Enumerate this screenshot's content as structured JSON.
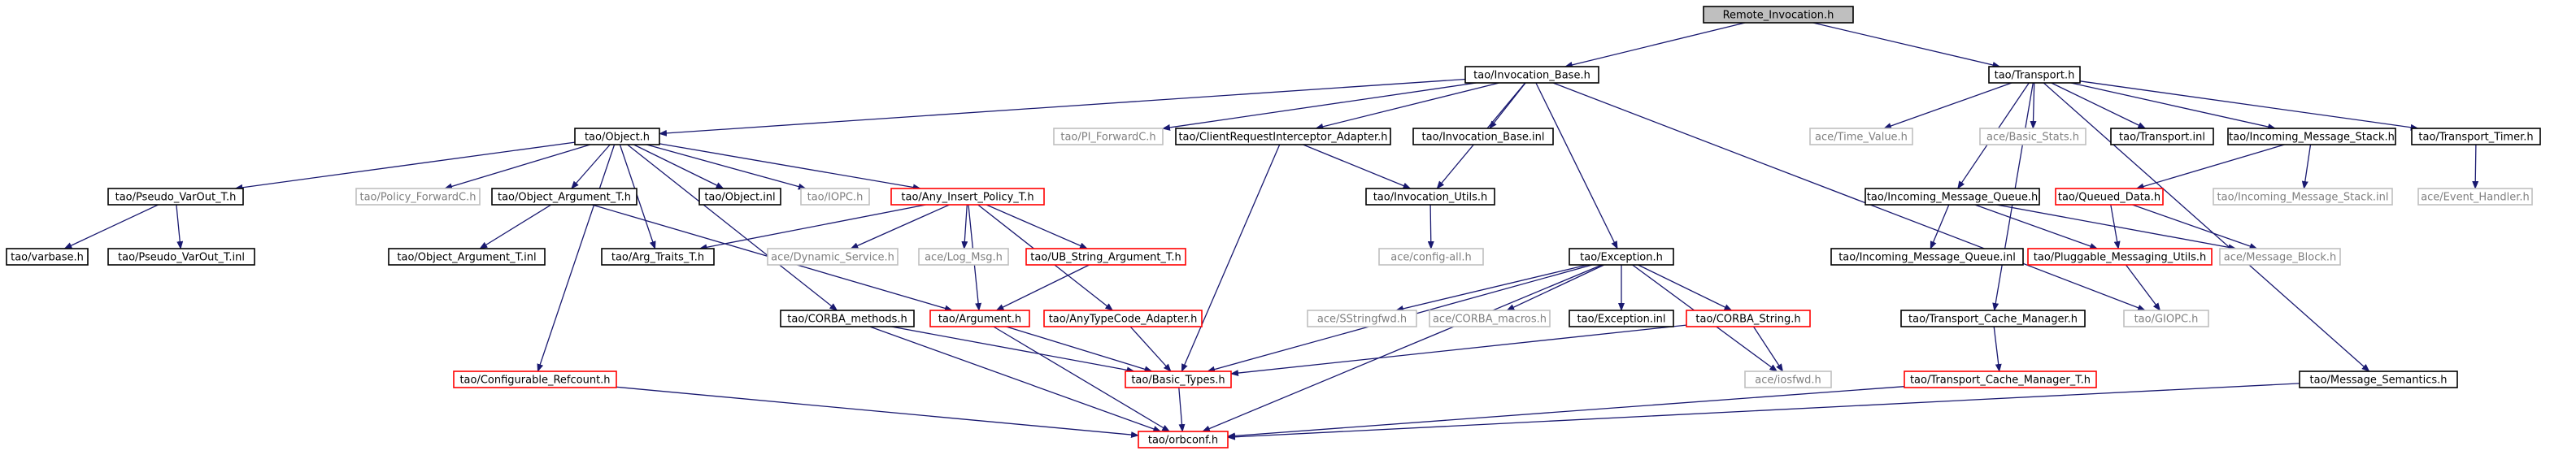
{
  "graph_title": "Remote_Invocation.h",
  "colors": {
    "edge": "#191970",
    "border_normal": "#000000",
    "border_red": "#ff0000",
    "border_light": "#bfbfbf",
    "root_fill": "#bfbfbf",
    "text_dark": "#000000",
    "text_light": "#808080"
  },
  "nodes": [
    {
      "id": "remote_invocation",
      "label": "Remote_Invocation.h",
      "style": "root"
    },
    {
      "id": "invocation_base",
      "label": "tao/Invocation_Base.h",
      "style": "normal"
    },
    {
      "id": "transport",
      "label": "tao/Transport.h",
      "style": "normal"
    },
    {
      "id": "object",
      "label": "tao/Object.h",
      "style": "normal"
    },
    {
      "id": "pi_forwardc",
      "label": "tao/PI_ForwardC.h",
      "style": "light"
    },
    {
      "id": "client_req_adapter",
      "label": "tao/ClientRequestInterceptor_Adapter.h",
      "style": "normal"
    },
    {
      "id": "invocation_base_inl",
      "label": "tao/Invocation_Base.inl",
      "style": "normal"
    },
    {
      "id": "time_value",
      "label": "ace/Time_Value.h",
      "style": "light"
    },
    {
      "id": "basic_stats",
      "label": "ace/Basic_Stats.h",
      "style": "light"
    },
    {
      "id": "transport_inl",
      "label": "tao/Transport.inl",
      "style": "normal"
    },
    {
      "id": "incoming_msg_stack",
      "label": "tao/Incoming_Message_Stack.h",
      "style": "normal"
    },
    {
      "id": "transport_timer",
      "label": "tao/Transport_Timer.h",
      "style": "normal"
    },
    {
      "id": "pseudo_varout",
      "label": "tao/Pseudo_VarOut_T.h",
      "style": "normal"
    },
    {
      "id": "policy_forwardc",
      "label": "tao/Policy_ForwardC.h",
      "style": "light"
    },
    {
      "id": "object_argument",
      "label": "tao/Object_Argument_T.h",
      "style": "normal"
    },
    {
      "id": "object_inl",
      "label": "tao/Object.inl",
      "style": "normal"
    },
    {
      "id": "iopc",
      "label": "tao/IOPC.h",
      "style": "light"
    },
    {
      "id": "any_insert_policy",
      "label": "tao/Any_Insert_Policy_T.h",
      "style": "red"
    },
    {
      "id": "invocation_utils",
      "label": "tao/Invocation_Utils.h",
      "style": "normal"
    },
    {
      "id": "incoming_msg_queue",
      "label": "tao/Incoming_Message_Queue.h",
      "style": "normal"
    },
    {
      "id": "queued_data",
      "label": "tao/Queued_Data.h",
      "style": "red"
    },
    {
      "id": "incoming_msg_stack_inl",
      "label": "tao/Incoming_Message_Stack.inl",
      "style": "light"
    },
    {
      "id": "event_handler",
      "label": "ace/Event_Handler.h",
      "style": "light"
    },
    {
      "id": "varbase",
      "label": "tao/varbase.h",
      "style": "normal"
    },
    {
      "id": "pseudo_varout_inl",
      "label": "tao/Pseudo_VarOut_T.inl",
      "style": "normal"
    },
    {
      "id": "object_argument_inl",
      "label": "tao/Object_Argument_T.inl",
      "style": "normal"
    },
    {
      "id": "arg_traits",
      "label": "tao/Arg_Traits_T.h",
      "style": "normal"
    },
    {
      "id": "dynamic_service",
      "label": "ace/Dynamic_Service.h",
      "style": "light"
    },
    {
      "id": "log_msg",
      "label": "ace/Log_Msg.h",
      "style": "light"
    },
    {
      "id": "ub_string_argument",
      "label": "tao/UB_String_Argument_T.h",
      "style": "red"
    },
    {
      "id": "config_all",
      "label": "ace/config-all.h",
      "style": "light"
    },
    {
      "id": "exception",
      "label": "tao/Exception.h",
      "style": "normal"
    },
    {
      "id": "incoming_msg_queue_inl",
      "label": "tao/Incoming_Message_Queue.inl",
      "style": "normal"
    },
    {
      "id": "pluggable_messaging_utils",
      "label": "tao/Pluggable_Messaging_Utils.h",
      "style": "red"
    },
    {
      "id": "message_block",
      "label": "ace/Message_Block.h",
      "style": "light"
    },
    {
      "id": "corba_methods",
      "label": "tao/CORBA_methods.h",
      "style": "normal"
    },
    {
      "id": "argument",
      "label": "tao/Argument.h",
      "style": "red"
    },
    {
      "id": "anytypecode_adapter",
      "label": "tao/AnyTypeCode_Adapter.h",
      "style": "red"
    },
    {
      "id": "sstringfwd",
      "label": "ace/SStringfwd.h",
      "style": "light"
    },
    {
      "id": "corba_macros",
      "label": "ace/CORBA_macros.h",
      "style": "light"
    },
    {
      "id": "exception_inl",
      "label": "tao/Exception.inl",
      "style": "normal"
    },
    {
      "id": "corba_string",
      "label": "tao/CORBA_String.h",
      "style": "red"
    },
    {
      "id": "transport_cache_manager",
      "label": "tao/Transport_Cache_Manager.h",
      "style": "normal"
    },
    {
      "id": "giopc",
      "label": "tao/GIOPC.h",
      "style": "light"
    },
    {
      "id": "configurable_refcount",
      "label": "tao/Configurable_Refcount.h",
      "style": "red"
    },
    {
      "id": "basic_types",
      "label": "tao/Basic_Types.h",
      "style": "red"
    },
    {
      "id": "iosfwd",
      "label": "ace/iosfwd.h",
      "style": "light"
    },
    {
      "id": "transport_cache_manager_t",
      "label": "tao/Transport_Cache_Manager_T.h",
      "style": "red"
    },
    {
      "id": "message_semantics",
      "label": "tao/Message_Semantics.h",
      "style": "normal"
    },
    {
      "id": "orbconf",
      "label": "tao/orbconf.h",
      "style": "red"
    }
  ],
  "edges": [
    [
      "remote_invocation",
      "invocation_base"
    ],
    [
      "remote_invocation",
      "transport"
    ],
    [
      "invocation_base",
      "object"
    ],
    [
      "invocation_base",
      "pi_forwardc"
    ],
    [
      "invocation_base",
      "client_req_adapter"
    ],
    [
      "invocation_base",
      "invocation_base_inl"
    ],
    [
      "invocation_base",
      "invocation_utils"
    ],
    [
      "invocation_base",
      "exception"
    ],
    [
      "invocation_base",
      "giopc"
    ],
    [
      "transport",
      "time_value"
    ],
    [
      "transport",
      "basic_stats"
    ],
    [
      "transport",
      "transport_inl"
    ],
    [
      "transport",
      "incoming_msg_stack"
    ],
    [
      "transport",
      "transport_timer"
    ],
    [
      "transport",
      "incoming_msg_queue"
    ],
    [
      "transport",
      "transport_cache_manager"
    ],
    [
      "transport",
      "message_semantics"
    ],
    [
      "object",
      "pseudo_varout"
    ],
    [
      "object",
      "policy_forwardc"
    ],
    [
      "object",
      "object_argument"
    ],
    [
      "object",
      "object_inl"
    ],
    [
      "object",
      "iopc"
    ],
    [
      "object",
      "any_insert_policy"
    ],
    [
      "object",
      "arg_traits"
    ],
    [
      "object",
      "corba_methods"
    ],
    [
      "object",
      "configurable_refcount"
    ],
    [
      "client_req_adapter",
      "invocation_utils"
    ],
    [
      "client_req_adapter",
      "basic_types"
    ],
    [
      "incoming_msg_stack",
      "queued_data"
    ],
    [
      "incoming_msg_stack",
      "incoming_msg_stack_inl"
    ],
    [
      "transport_timer",
      "event_handler"
    ],
    [
      "pseudo_varout",
      "varbase"
    ],
    [
      "pseudo_varout",
      "pseudo_varout_inl"
    ],
    [
      "object_argument",
      "object_argument_inl"
    ],
    [
      "object_argument",
      "argument"
    ],
    [
      "any_insert_policy",
      "arg_traits"
    ],
    [
      "any_insert_policy",
      "dynamic_service"
    ],
    [
      "any_insert_policy",
      "log_msg"
    ],
    [
      "any_insert_policy",
      "ub_string_argument"
    ],
    [
      "any_insert_policy",
      "argument"
    ],
    [
      "any_insert_policy",
      "anytypecode_adapter"
    ],
    [
      "invocation_utils",
      "config_all"
    ],
    [
      "incoming_msg_queue",
      "incoming_msg_queue_inl"
    ],
    [
      "incoming_msg_queue",
      "pluggable_messaging_utils"
    ],
    [
      "incoming_msg_queue",
      "message_block"
    ],
    [
      "queued_data",
      "pluggable_messaging_utils"
    ],
    [
      "queued_data",
      "message_block"
    ],
    [
      "pluggable_messaging_utils",
      "giopc"
    ],
    [
      "ub_string_argument",
      "argument"
    ],
    [
      "exception",
      "sstringfwd"
    ],
    [
      "exception",
      "corba_macros"
    ],
    [
      "exception",
      "exception_inl"
    ],
    [
      "exception",
      "corba_string"
    ],
    [
      "exception",
      "basic_types"
    ],
    [
      "exception",
      "iosfwd"
    ],
    [
      "exception",
      "orbconf"
    ],
    [
      "corba_methods",
      "basic_types"
    ],
    [
      "corba_methods",
      "orbconf"
    ],
    [
      "argument",
      "basic_types"
    ],
    [
      "argument",
      "orbconf"
    ],
    [
      "anytypecode_adapter",
      "basic_types"
    ],
    [
      "corba_string",
      "basic_types"
    ],
    [
      "corba_string",
      "iosfwd"
    ],
    [
      "transport_cache_manager",
      "transport_cache_manager_t"
    ],
    [
      "transport_cache_manager_t",
      "orbconf"
    ],
    [
      "configurable_refcount",
      "orbconf"
    ],
    [
      "basic_types",
      "orbconf"
    ],
    [
      "message_semantics",
      "orbconf"
    ]
  ]
}
